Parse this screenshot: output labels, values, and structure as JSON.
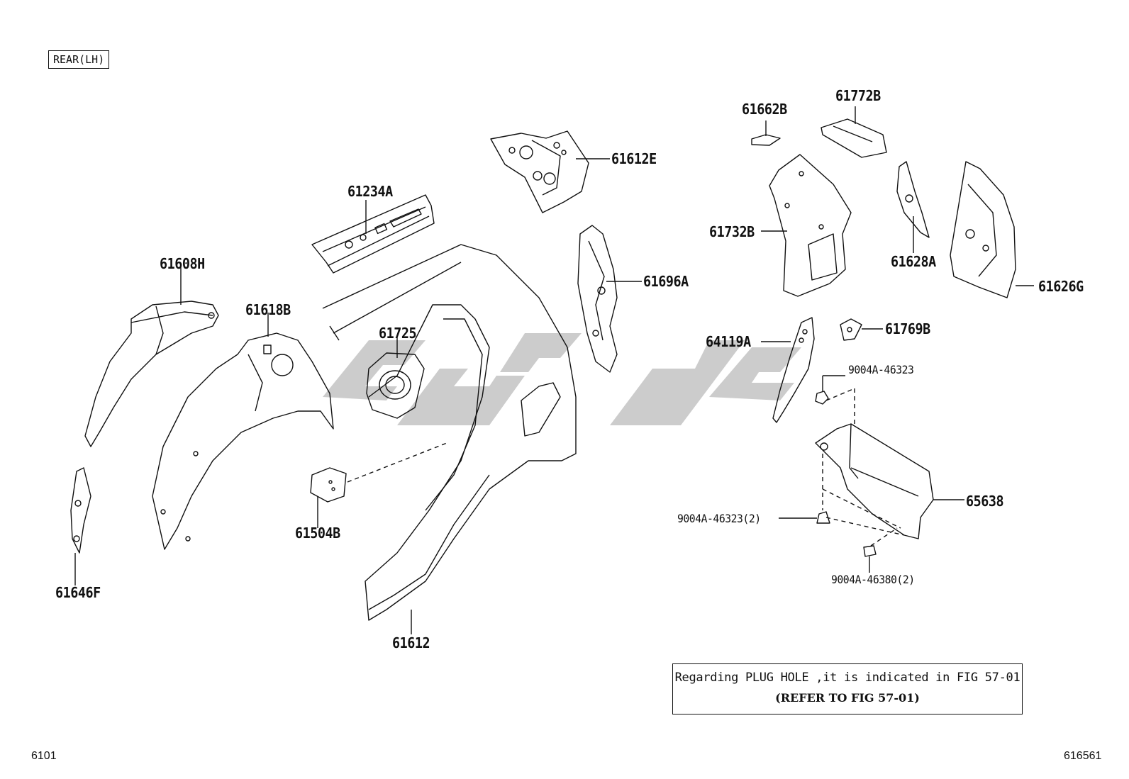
{
  "header": {
    "view_tag": "REAR(LH)"
  },
  "parts": [
    {
      "id": "p1",
      "label": "61234A"
    },
    {
      "id": "p2",
      "label": "61612E"
    },
    {
      "id": "p3",
      "label": "61608H"
    },
    {
      "id": "p4",
      "label": "61618B"
    },
    {
      "id": "p5",
      "label": "61725"
    },
    {
      "id": "p6",
      "label": "61696A"
    },
    {
      "id": "p7",
      "label": "61646F"
    },
    {
      "id": "p8",
      "label": "61504B"
    },
    {
      "id": "p9",
      "label": "61612"
    },
    {
      "id": "p10",
      "label": "61662B"
    },
    {
      "id": "p11",
      "label": "61772B"
    },
    {
      "id": "p12",
      "label": "61732B"
    },
    {
      "id": "p13",
      "label": "61628A"
    },
    {
      "id": "p14",
      "label": "61626G"
    },
    {
      "id": "p15",
      "label": "64119A"
    },
    {
      "id": "p16",
      "label": "61769B"
    },
    {
      "id": "p17",
      "label": "65638"
    }
  ],
  "fasteners": [
    {
      "id": "f1",
      "label": "9004A-46323"
    },
    {
      "id": "f2",
      "label": "9004A-46323(2)"
    },
    {
      "id": "f3",
      "label": "9004A-46380(2)"
    }
  ],
  "note": {
    "line1": "Regarding PLUG HOLE ,it is indicated in FIG 57-01",
    "line2": "(REFER TO FIG 57-01)"
  },
  "footer": {
    "left_code": "6101",
    "right_code": "616561"
  }
}
